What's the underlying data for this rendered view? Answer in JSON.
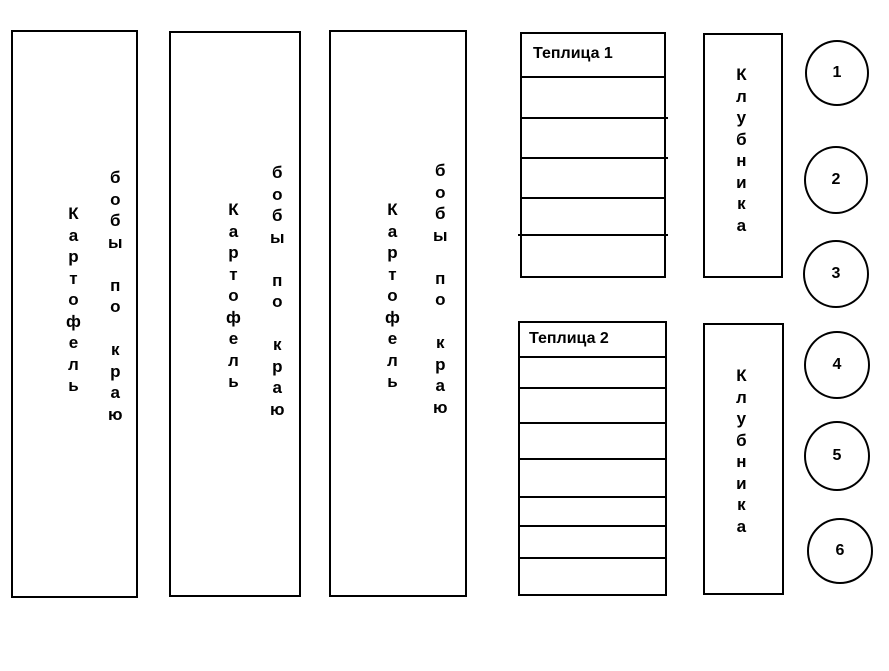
{
  "beds": [
    {
      "main_crop": "Картофель",
      "edge_crop": "бобы по краю"
    },
    {
      "main_crop": "Картофель",
      "edge_crop": "бобы по краю"
    },
    {
      "main_crop": "Картофель",
      "edge_crop": "бобы по краю"
    }
  ],
  "greenhouses": [
    {
      "title": "Теплица 1"
    },
    {
      "title": "Теплица 2"
    }
  ],
  "strawberry_beds": [
    {
      "label": "Клубника"
    },
    {
      "label": "Клубника"
    }
  ],
  "circles": [
    "1",
    "2",
    "3",
    "4",
    "5",
    "6"
  ]
}
